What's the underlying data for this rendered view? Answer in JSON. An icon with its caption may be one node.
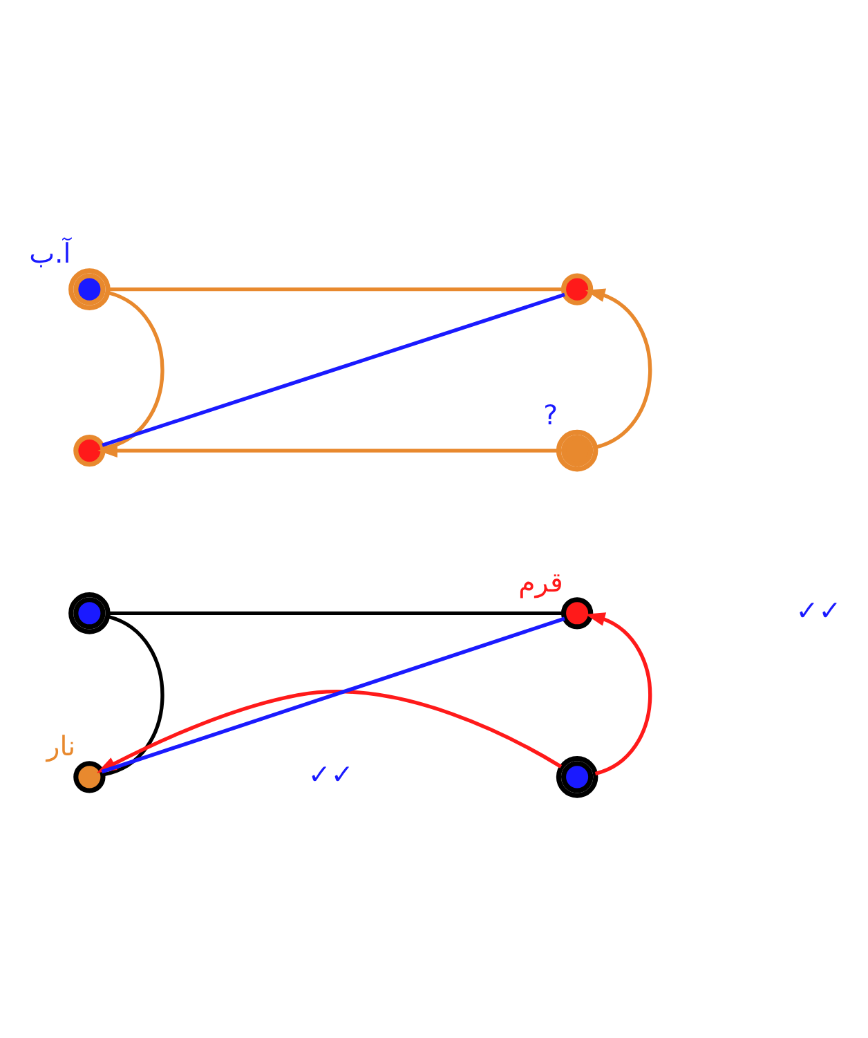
{
  "diagram": {
    "nodes": [
      {
        "text": [],
        "shape": "circle",
        "beside": [
          "آ.ب"
        ]
      },
      {
        "text": [],
        "shape": "circle"
      },
      {
        "text": [],
        "shape": "circle",
        "beside": [
          "?"
        ]
      },
      {
        "text": [],
        "shape": "circle"
      },
      {
        "text": [],
        "shape": "circle"
      },
      {
        "text": [],
        "shape": "circle",
        "beside": [
          "قرم"
        ]
      },
      {
        "text": [],
        "shape": "circle"
      },
      {
        "text": [],
        "shape": "circle",
        "beside": [
          "نار"
        ]
      }
    ],
    "edges": [
      {
        "from": 0,
        "to": 1,
        "arrow": "none",
        "color": "#e8892e"
      },
      {
        "from": 0,
        "to": 3,
        "arrow": "none",
        "color": "#e8892e"
      },
      {
        "from": 2,
        "to": 1,
        "arrow": "to",
        "color": "#e8892e"
      },
      {
        "from": 2,
        "to": 3,
        "arrow": "to",
        "color": "#e8892e"
      },
      {
        "from": 3,
        "to": 1,
        "arrow": "none",
        "color": "#1a1aff"
      },
      {
        "from": 4,
        "to": 5,
        "arrow": "none",
        "color": "#000000"
      },
      {
        "from": 4,
        "to": 7,
        "arrow": "none",
        "color": "#000000"
      },
      {
        "from": 6,
        "to": 5,
        "arrow": "to",
        "color": "#ff1a1a"
      },
      {
        "from": 6,
        "to": 7,
        "arrow": "to",
        "color": "#ff1a1a"
      },
      {
        "from": 7,
        "to": 5,
        "arrow": "none",
        "color": "#1a1aff"
      }
    ],
    "labels": [
      "✓✓",
      "✓✓"
    ]
  }
}
